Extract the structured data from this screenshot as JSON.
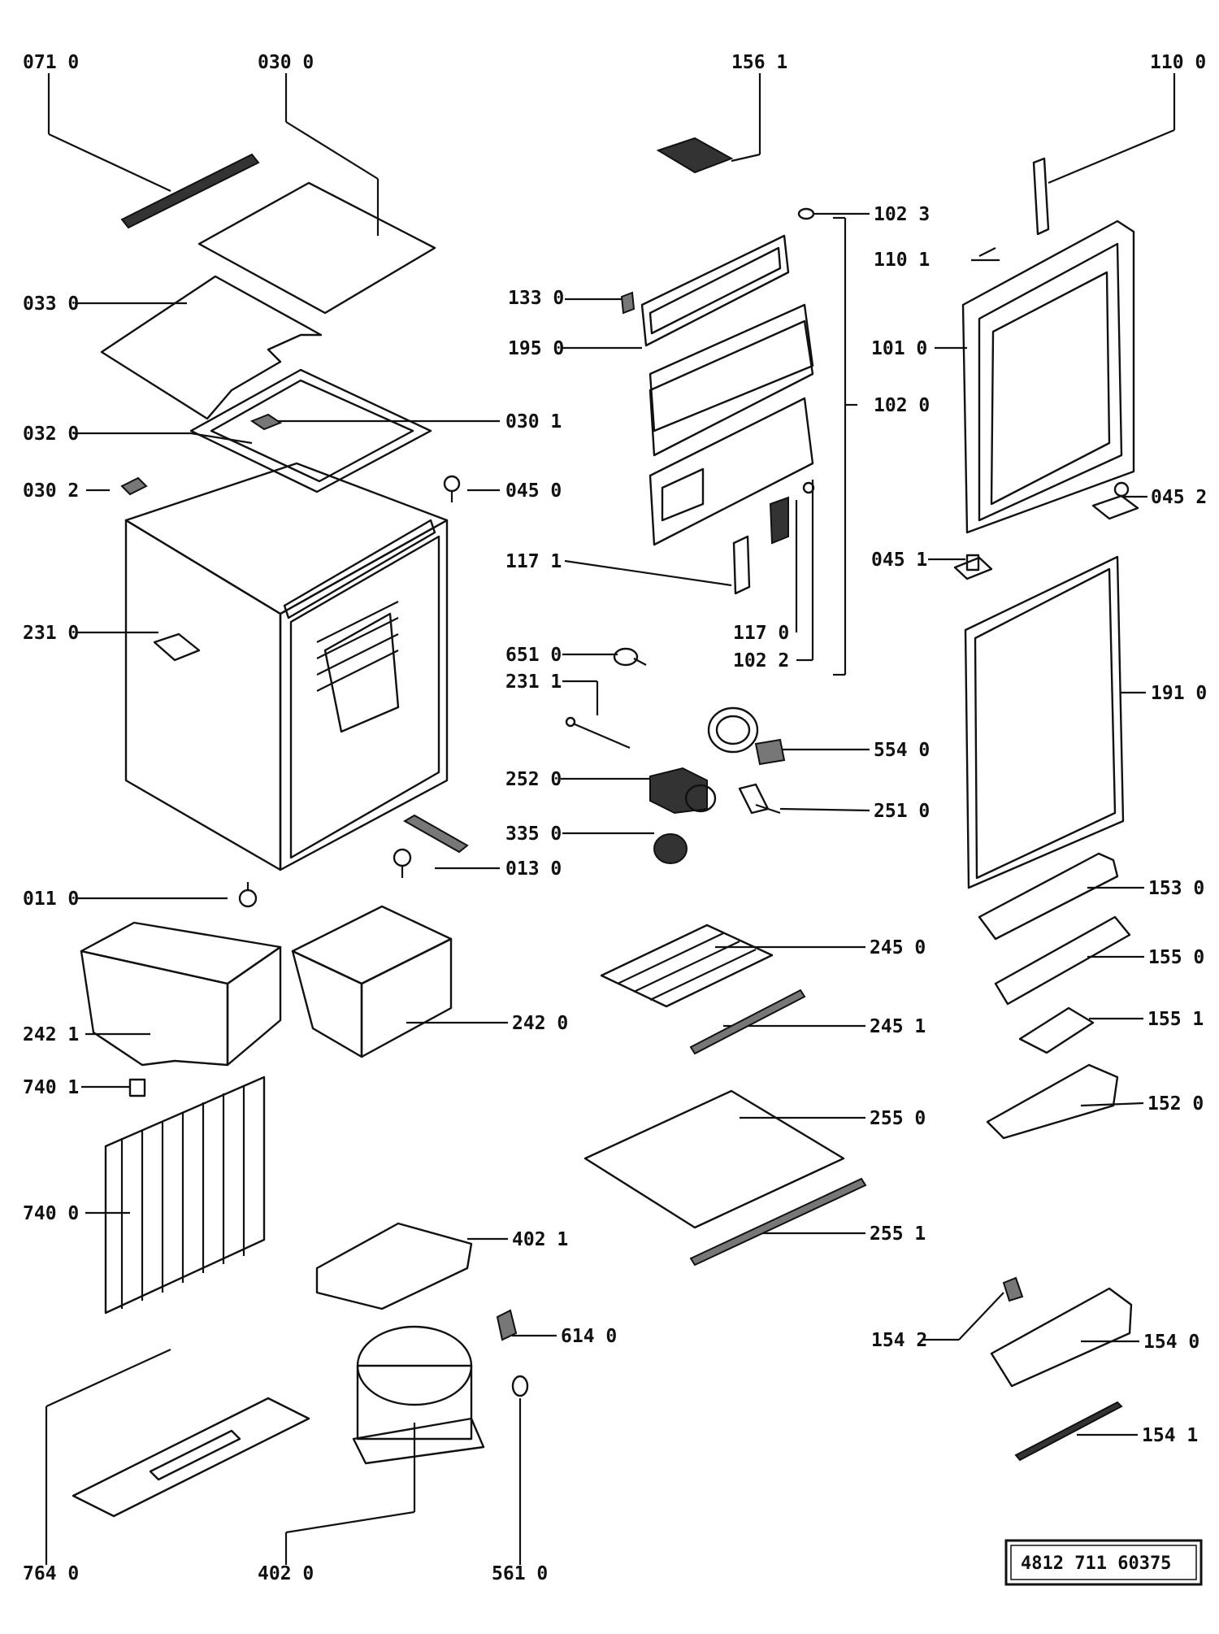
{
  "labels": {
    "p0710": "071 0",
    "p0300": "030  0",
    "p1561": "156  1",
    "p1100": "110 0",
    "p1023": "102 3",
    "p1101": "110 1",
    "p1330": "133 0",
    "p0330": "033 0",
    "p1950": "195 0",
    "p1010": "101  0",
    "p1020": "102 0",
    "p0301": "030 1",
    "p0320": "032 0",
    "p0302": "030 2",
    "p0450": "045 0",
    "p0452": "045 2",
    "p1171": "117 1",
    "p0451": "045 1",
    "p2310": "231 0",
    "p1170": "117 0",
    "p1022": "102 2",
    "p6510": "651 0",
    "p2311": "231 1",
    "p1910": "191 0",
    "p5540": "554 0",
    "p2520": "252 0",
    "p2510": "251 0",
    "p3350": "335 0",
    "p0130": "013 0",
    "p0110": "011 0",
    "p1530": "153 0",
    "p2450": "245 0",
    "p1550": "155 0",
    "p2421": "242 1",
    "p2420": "242 0",
    "p2451": "245 1",
    "p1551": "155 1",
    "p7401": "740 1",
    "p1520": "152 0",
    "p2550": "255 0",
    "p7400": "740 0",
    "p4021": "402 1",
    "p2551": "255 1",
    "p6140": "614 0",
    "p1542": "154 2",
    "p1540": "154 0",
    "p1541": "154 1",
    "p7640": "764 0",
    "p4020": "402  0",
    "p5610": "561 0"
  },
  "document_number": "4812  711  60375"
}
